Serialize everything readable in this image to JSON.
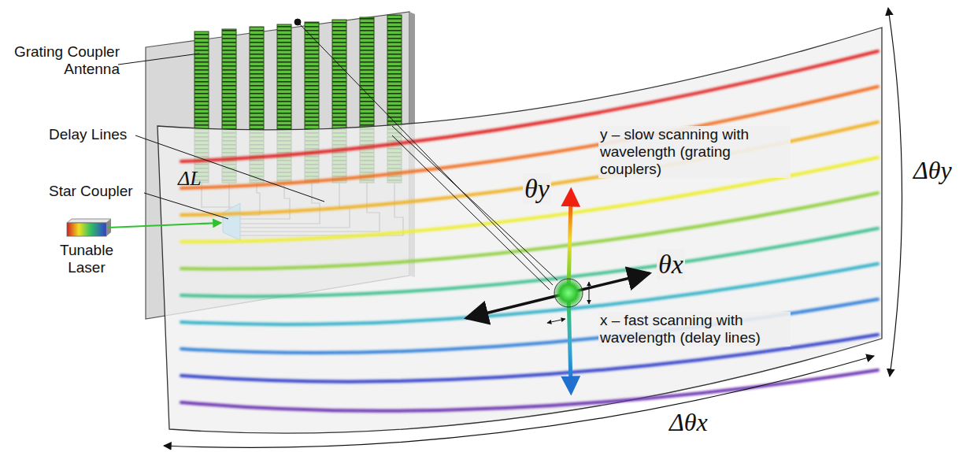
{
  "diagram": {
    "labels": [
      "Grating Coupler Antenna",
      "Delay Lines",
      "ΔL",
      "Star Coupler",
      "Tunable Laser",
      "y – slow scanning with wavelength (grating couplers)",
      "θy",
      "θx",
      "x – fast scanning with wavelength (delay lines)",
      "Δθy",
      "Δθx"
    ]
  }
}
